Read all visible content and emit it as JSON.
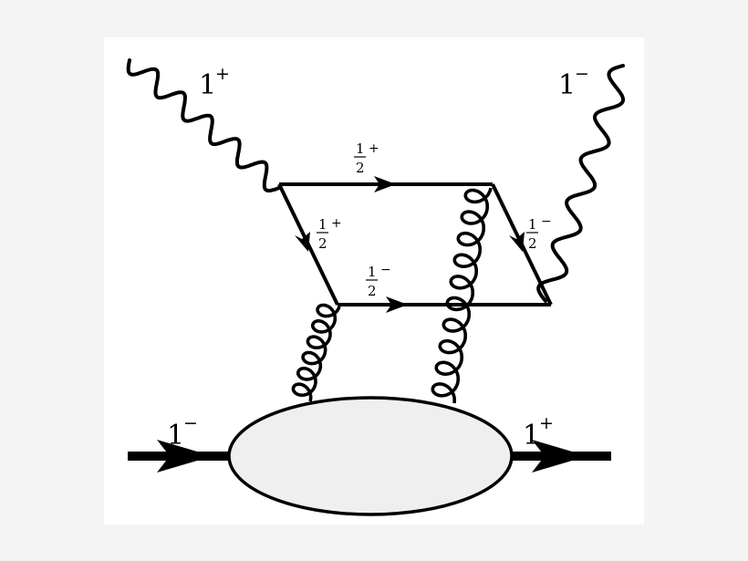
{
  "labels": {
    "photon_in": {
      "base": "1",
      "sup": "+"
    },
    "photon_out": {
      "base": "1",
      "sup": "−"
    },
    "quark_top": {
      "num": "1",
      "den": "2",
      "sup": "+"
    },
    "quark_left": {
      "num": "1",
      "den": "2",
      "sup": "+"
    },
    "quark_right": {
      "num": "1",
      "den": "2",
      "sup": "−"
    },
    "quark_bottom": {
      "num": "1",
      "den": "2",
      "sup": "−"
    },
    "hadron_in": {
      "base": "1",
      "sup": "−"
    },
    "hadron_out": {
      "base": "1",
      "sup": "+"
    }
  },
  "colors": {
    "line": "#000000",
    "blob_fill": "#efefef",
    "canvas": "#ffffff",
    "page": "#f4f4f4"
  }
}
